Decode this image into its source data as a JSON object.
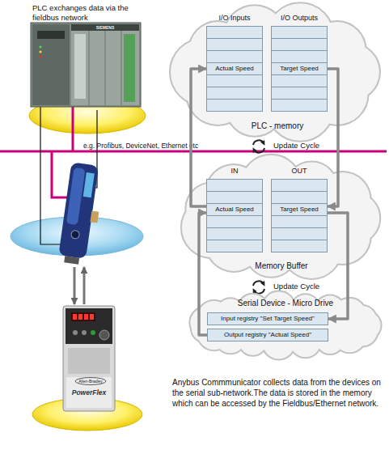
{
  "diagram": {
    "caption": "Anybus Commmunicator collects data from the devices on the serial sub-network.The data is stored in the memory which can be accessed by the Fieldbus/Ethernet network.",
    "nodes": [
      {
        "text": [
          "PLC - memory"
        ]
      },
      {
        "text": [
          "I/O Inputs"
        ],
        "in": 0
      },
      {
        "text": [
          "Actual Speed"
        ],
        "in": 1
      },
      {
        "text": [
          "I/O Outputs"
        ],
        "in": 0
      },
      {
        "text": [
          "Target Speed"
        ],
        "in": 3
      },
      {
        "text": [
          "Memory Buffer"
        ]
      },
      {
        "text": [
          "IN"
        ],
        "in": 5
      },
      {
        "text": [
          "Actual Speed"
        ],
        "in": 6
      },
      {
        "text": [
          "OUT"
        ],
        "in": 5
      },
      {
        "text": [
          "Target Speed"
        ],
        "in": 8
      },
      {
        "text": [
          "Serial Device - Micro Drive"
        ]
      },
      {
        "text": [
          "Input registry \"Set Target Speed\""
        ],
        "in": 10
      },
      {
        "text": [
          "Output registry \"Actual Speed\""
        ],
        "in": 10
      }
    ],
    "edges": [
      {
        "from": 12,
        "to": 7,
        "arrow": "to"
      },
      {
        "from": 7,
        "to": 2,
        "arrow": "to"
      },
      {
        "from": 4,
        "to": 9,
        "arrow": "to"
      },
      {
        "from": 9,
        "to": 11,
        "arrow": "to"
      }
    ],
    "labels": [
      "PLC exchanges data via the fieldbus network",
      "e.g. Profibus, DeviceNet, Ethernet etc",
      "Update Cycle",
      "Update Cycle",
      "SIEMENS",
      "PowerFlex",
      "Allen-Bradley"
    ]
  }
}
